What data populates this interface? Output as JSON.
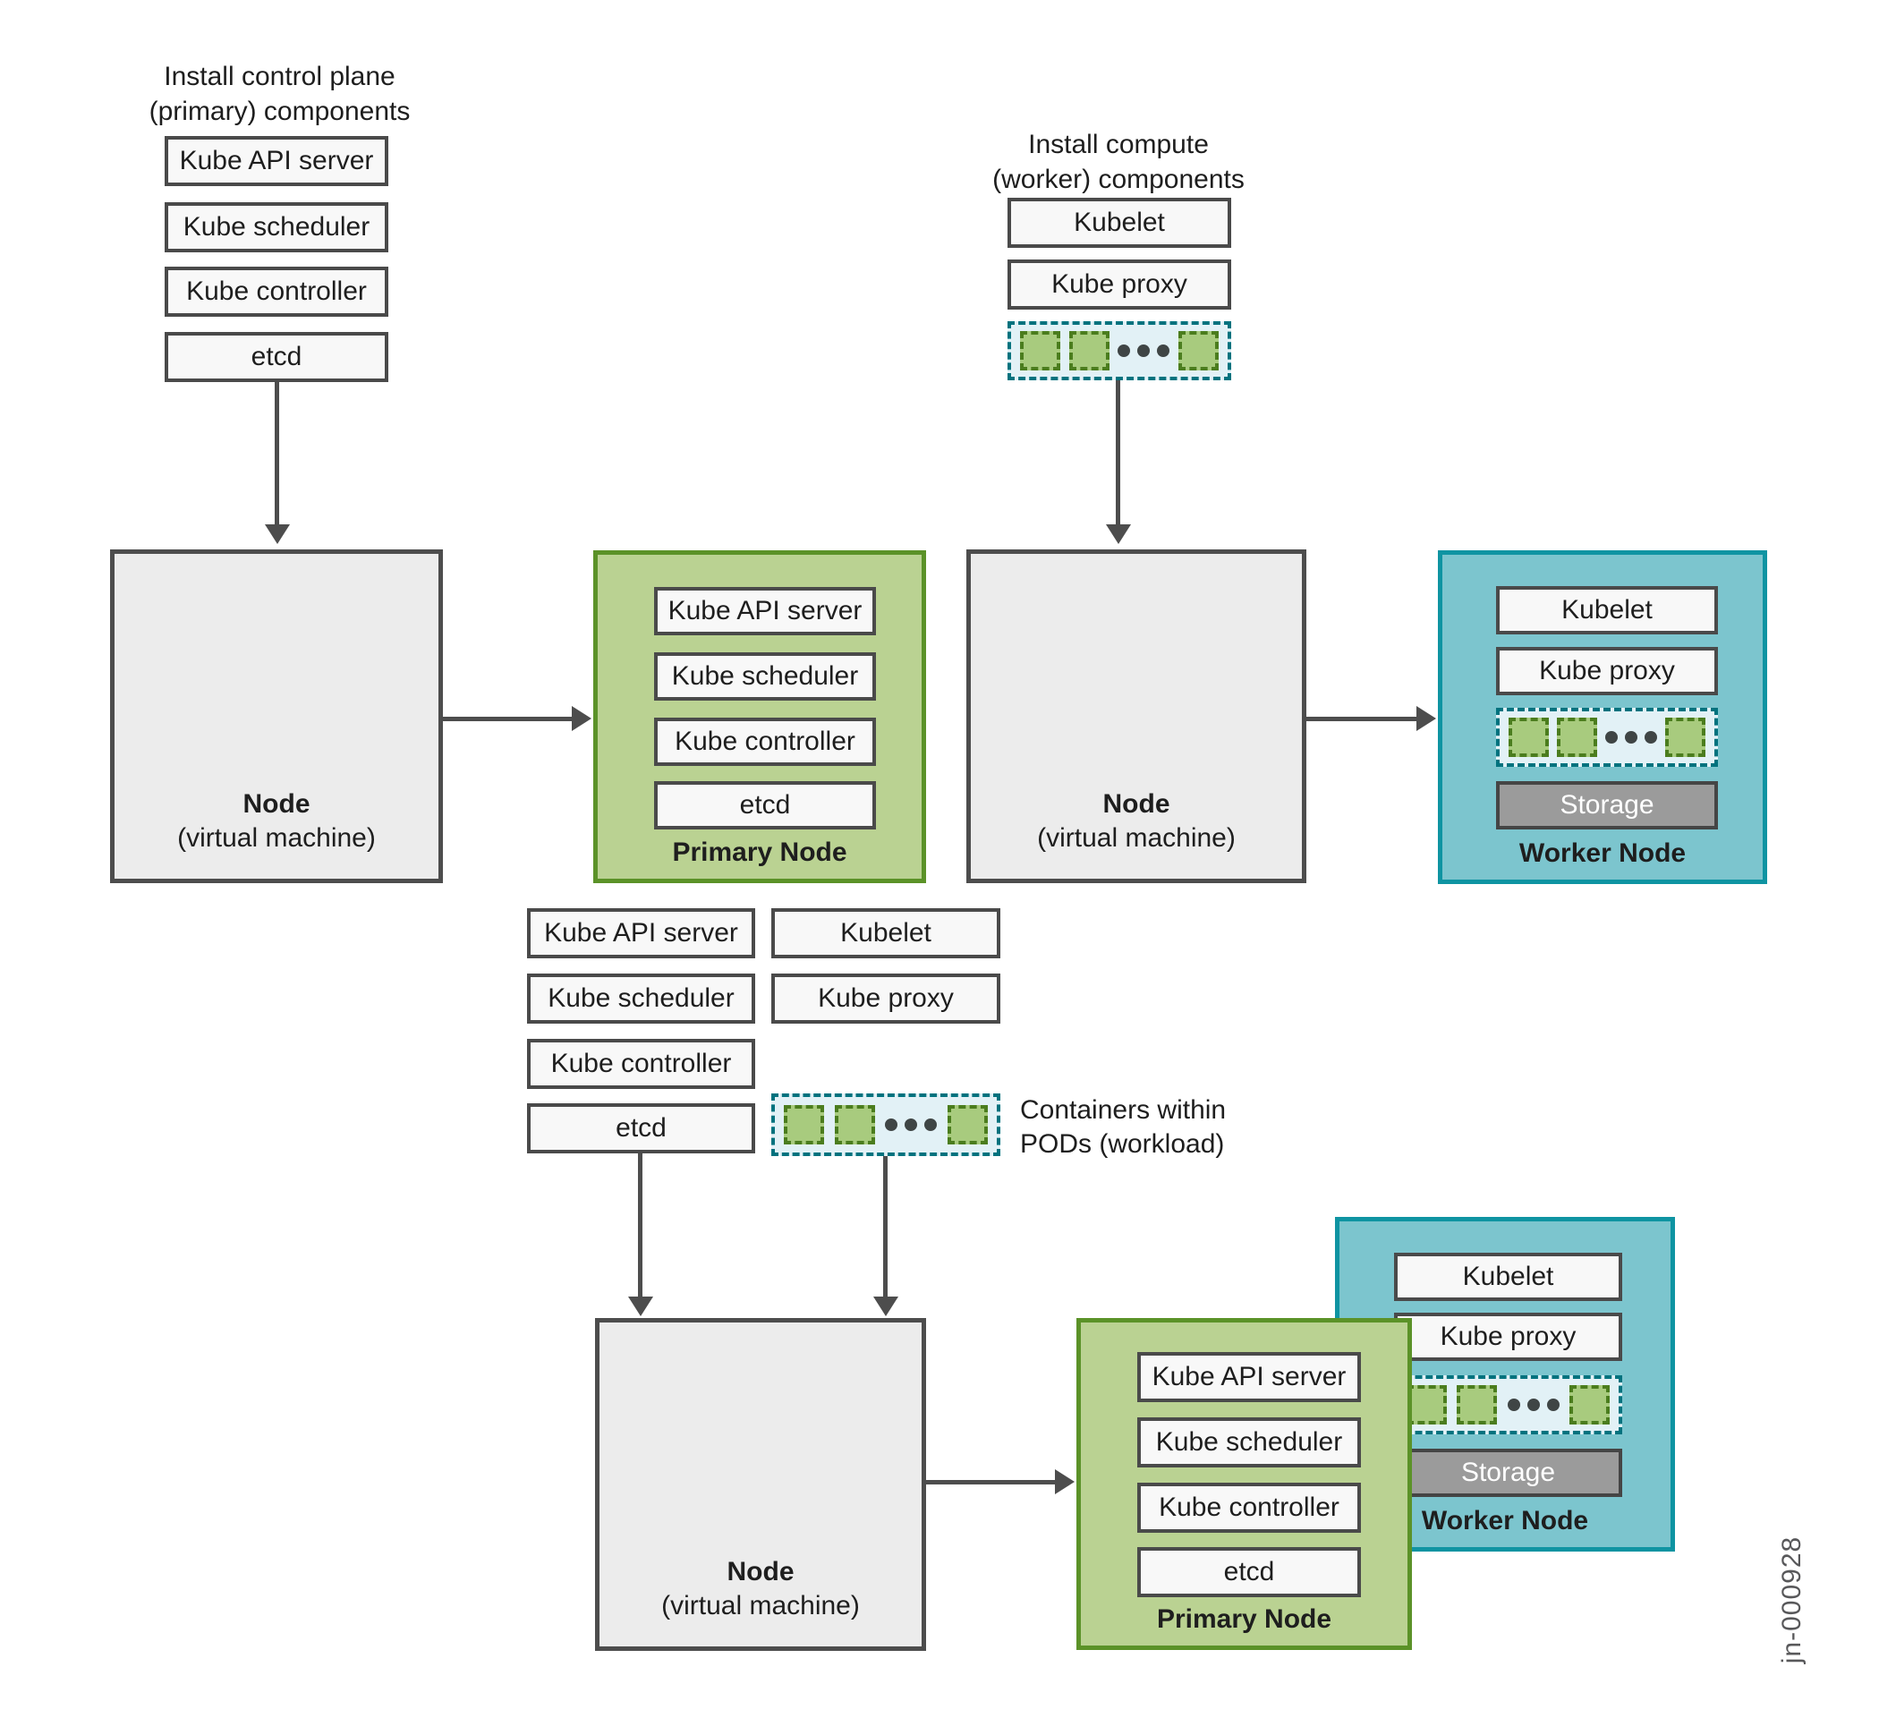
{
  "labels": {
    "control_plane_heading": "Install control plane\n(primary) components",
    "compute_heading": "Install compute\n(worker) components",
    "node_title": "Node",
    "node_subtitle": "(virtual machine)",
    "primary_node": "Primary Node",
    "worker_node": "Worker Node",
    "storage": "Storage",
    "pods_caption": "Containers within\nPODs (workload)",
    "figure_id": "jn-000928"
  },
  "components": {
    "control_plane": [
      "Kube API server",
      "Kube scheduler",
      "Kube controller",
      "etcd"
    ],
    "worker": [
      "Kubelet",
      "Kube proxy"
    ]
  },
  "colors": {
    "primary_node_fill": "#bad292",
    "primary_node_border": "#5b9228",
    "worker_node_fill": "#7cc5ce",
    "worker_node_border": "#0f94a2",
    "node_fill": "#ececec",
    "box_fill": "#f8f8f8",
    "box_border": "#4a4a4a",
    "pod_fill": "#a8cb7e",
    "pod_border": "#4b7d1e",
    "pod_strip_fill": "#e2f1f6",
    "pod_strip_border": "#00727e",
    "storage_fill": "#9b9b9b",
    "arrow": "#4d4d4d"
  }
}
